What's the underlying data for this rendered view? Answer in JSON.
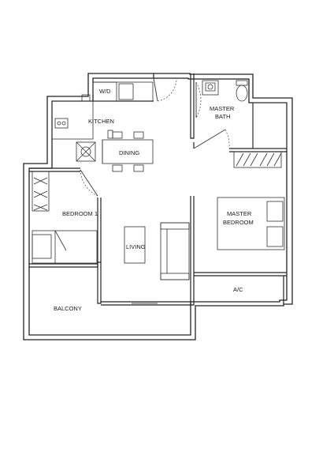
{
  "floor_plan": {
    "rooms": {
      "wd": "W/D",
      "kitchen": "KITCHEN",
      "dining": "DINING",
      "master_bath_line1": "MASTER",
      "master_bath_line2": "BATH",
      "bedroom1": "BEDROOM 1",
      "living": "LIVING",
      "master_bedroom_line1": "MASTER",
      "master_bedroom_line2": "BEDROOM",
      "ac": "A/C",
      "balcony": "BALCONY"
    }
  }
}
